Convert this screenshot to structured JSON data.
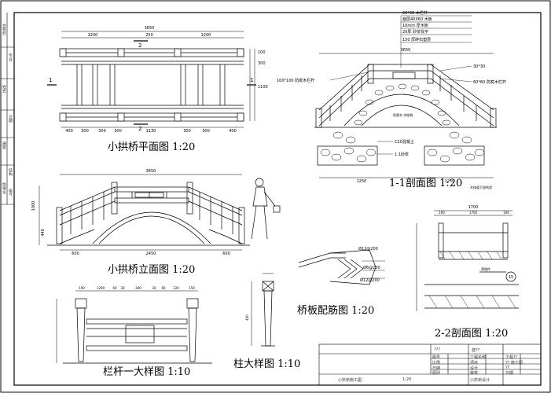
{
  "drawing": {
    "views": {
      "plan": "小拱桥平面图 1:20",
      "elevation": "小拱桥立面图 1:20",
      "section_1": "1-1剖面图 1:20",
      "section_2": "2-2剖面图 1:20",
      "railing": "栏杆一大样图 1:10",
      "post": "柱大样图 1:10",
      "rebar": "桥板配筋图 1:20"
    },
    "dims": {
      "plan_total": "3650",
      "plan_top": [
        "1200",
        "250",
        "1200"
      ],
      "plan_bottom": [
        "400",
        "300",
        "300",
        "300",
        "1130",
        "300",
        "300",
        "400"
      ],
      "plan_side": [
        "100",
        "300",
        "1100"
      ],
      "elev_total": "3650",
      "elev_bottom": [
        "600",
        "2450",
        "600"
      ],
      "elev_height": "1000",
      "elev_sub": "440",
      "sec1_total": "3650",
      "sec1_bottom": [
        "1250",
        "1250"
      ],
      "sec2_total": "1700",
      "sec2_parts": [
        "100",
        "1700",
        "100"
      ],
      "rail_top": [
        "100",
        "1200",
        "60",
        "30",
        "340",
        "30",
        "60",
        "120",
        "150"
      ],
      "post_height": "400"
    },
    "section_marks": {
      "plan_left": "1",
      "plan_right": "1",
      "plan_top": "2",
      "plan_bottom": "2",
      "sec2_mark": "15"
    },
    "callouts": {
      "layers": [
        "60*60 木栏杆",
        "面层40X60 木板",
        "10mm 厚木板",
        "20厚 砂浆找平",
        "150 厚碎石垫层"
      ],
      "c20": "C20混凝土",
      "stone": "1:1砂浆",
      "handrail_left": "100*100 防腐木栏杆",
      "handrail_right": "60*60 防腐木栏杆",
      "top_note": "30*30",
      "section_note": "防腐木 木结构",
      "bottom_note": "木栈道下部构造",
      "rebar": [
        "Ø12@200",
        "Ø6@200",
        "Ø12@200"
      ],
      "sec2_note": "预埋件"
    },
    "title_block": {
      "rows": [
        [
          "工程名称",
          "图号"
        ],
        [
          "项目",
          "比例"
        ],
        [
          "设计",
          "日期"
        ],
        [
          "审核",
          "图别"
        ]
      ],
      "cells_right": [
        "建??",
        "工程??",
        "?? 施工图",
        "??",
        "日期"
      ],
      "project": "小拱桥设计",
      "sheet_no": "???",
      "bottom_left": "小拱桥施工图",
      "bottom_code": "1:20"
    },
    "left_strip": [
      "会签栏",
      "专业",
      "姓名",
      "日期",
      "建筑",
      "结构",
      "给排水",
      "电气"
    ]
  }
}
